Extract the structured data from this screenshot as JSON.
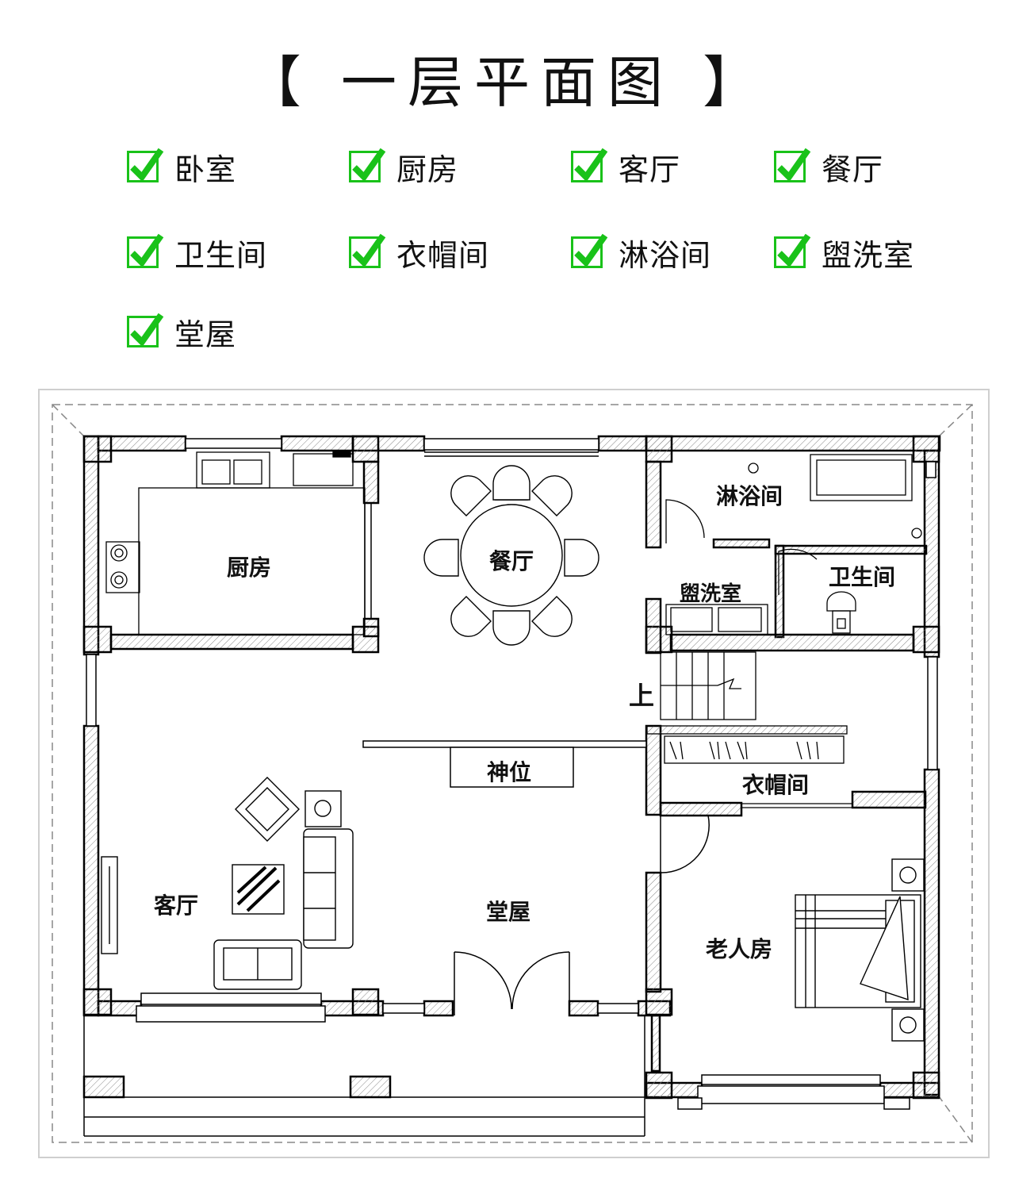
{
  "title": "【 一层平面图 】",
  "legend": [
    {
      "label": "卧室"
    },
    {
      "label": "厨房"
    },
    {
      "label": "客厅"
    },
    {
      "label": "餐厅"
    },
    {
      "label": "卫生间"
    },
    {
      "label": "衣帽间"
    },
    {
      "label": "淋浴间"
    },
    {
      "label": "盥洗室"
    },
    {
      "label": "堂屋"
    }
  ],
  "rooms": {
    "kitchen": "厨房",
    "dining": "餐厅",
    "shower": "淋浴间",
    "washroom": "盥洗室",
    "toilet": "卫生间",
    "stairs_up": "上",
    "shrine": "神位",
    "closet": "衣帽间",
    "living": "客厅",
    "hall": "堂屋",
    "elder_room": "老人房"
  },
  "colors": {
    "check": "#19c219",
    "wall": "#000000",
    "frame": "#cfcfcf",
    "hatch": "#888888"
  }
}
